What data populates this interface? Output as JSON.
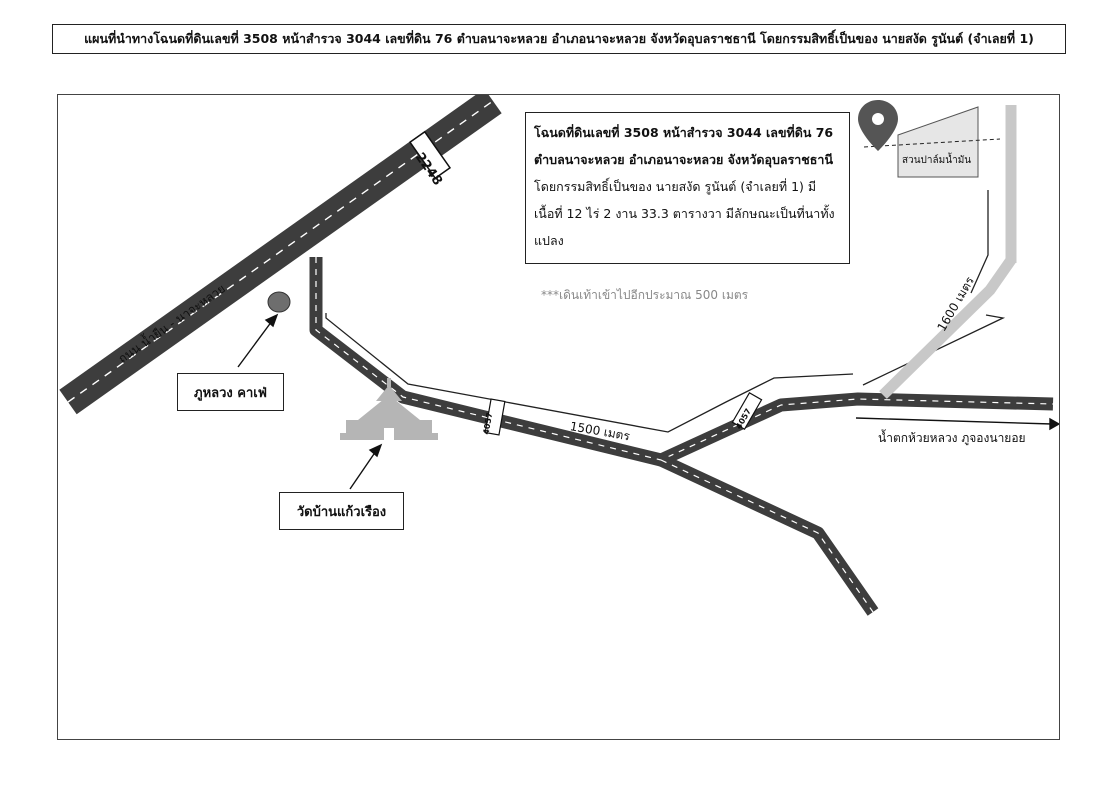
{
  "title": "แผนที่นำทางโฉนดที่ดินเลขที่ 3508 หน้าสำรวจ 3044 เลขที่ดิน 76 ตำบลนาจะหลวย อำเภอนาจะหลวย จังหวัดอุบลราชธานี โดยกรรมสิทธิ์เป็นของ นายสงัด รูนันต์ (จำเลยที่ 1)",
  "info": {
    "bold_part": "โฉนดที่ดินเลขที่ 3508 หน้าสำรวจ 3044 เลขที่ดิน 76 ตำบลนาจะหลวย อำเภอนาจะหลวย จังหวัดอุบลราชธานี",
    "normal_part": " โดยกรรมสิทธิ์เป็นของ นายสงัด รูนันต์ (จำเลยที่ 1) มีเนื้อที่ 12 ไร่ 2 งาน 33.3 ตารางวา มีลักษณะเป็นที่นาทั้งแปลง"
  },
  "walk_note": "***เดินเท้าเข้าไปอีกประมาณ 500 เมตร",
  "roads": {
    "highway_number": "2248",
    "highway_name": "ถนน น้ำยืน - นาจะหลวย",
    "local_road_number": "4057",
    "distance_1500": "1500 เมตร",
    "distance_1600": "1600 เมตร",
    "waterfall_direction": "น้ำตกห้วยหลวง ภูจองนายอย"
  },
  "places": {
    "cafe": "ภูหลวง คาเฟ่",
    "temple": "วัดบ้านแก้วเรือง",
    "rubber_plantation": "สวนปาล์มน้ำมัน"
  },
  "colors": {
    "road": "#3d3d3d",
    "dirt_track": "#c8c8c8",
    "marker": "#555555",
    "plot_fill": "#e6e6e6"
  },
  "icons": [
    "location-pin-icon",
    "temple-icon",
    "cafe-marker-icon",
    "arrow-icon"
  ]
}
